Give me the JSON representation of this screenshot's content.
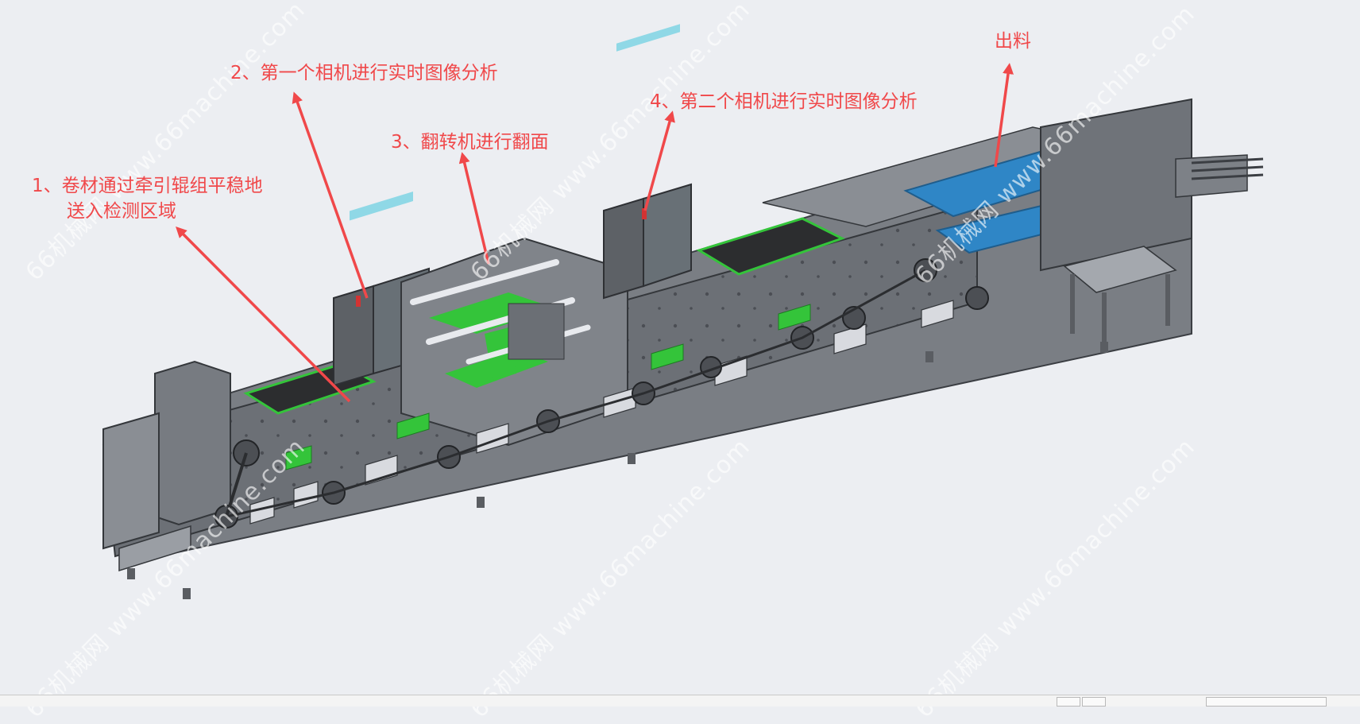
{
  "annotations": [
    {
      "id": "step1",
      "lines": [
        "1、卷材通过牵引辊组平稳地",
        "送入检测区域"
      ]
    },
    {
      "id": "step2",
      "lines": [
        "2、第一个相机进行实时图像分析"
      ]
    },
    {
      "id": "step3",
      "lines": [
        "3、翻转机进行翻面"
      ]
    },
    {
      "id": "step4",
      "lines": [
        "4、第二个相机进行实时图像分析"
      ]
    },
    {
      "id": "output",
      "lines": [
        "出料"
      ]
    }
  ],
  "watermark": {
    "text": "66机械网 www.66machine.com"
  },
  "colors": {
    "annotation": "#f0484a",
    "frame": "#6f7379",
    "frame_dark": "#4a4d52",
    "belt_green": "#34c43a",
    "belt_blue": "#2f86c6",
    "background": "#eceef2"
  }
}
